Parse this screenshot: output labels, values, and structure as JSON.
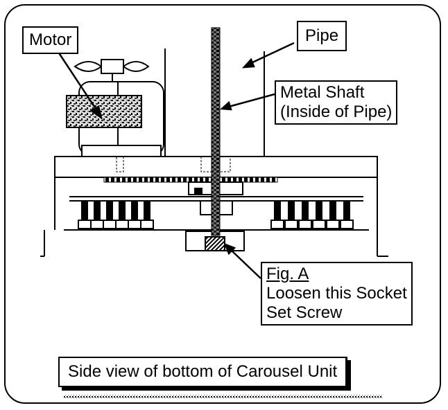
{
  "labels": {
    "motor": "Motor",
    "pipe": "Pipe",
    "shaft_line1": "Metal Shaft",
    "shaft_line2": "(Inside of Pipe)",
    "fig_title": "Fig. A",
    "fig_line1": "Loosen this Socket",
    "fig_line2": "Set Screw",
    "caption": "Side view of bottom of Carousel Unit"
  }
}
